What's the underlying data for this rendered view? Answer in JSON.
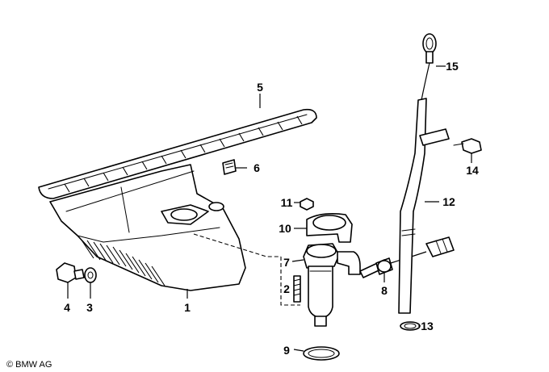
{
  "diagram": {
    "copyright": "© BMW AG",
    "callouts": [
      {
        "id": "1",
        "label": "1"
      },
      {
        "id": "2",
        "label": "2"
      },
      {
        "id": "3",
        "label": "3"
      },
      {
        "id": "4",
        "label": "4"
      },
      {
        "id": "5",
        "label": "5"
      },
      {
        "id": "6",
        "label": "6"
      },
      {
        "id": "7",
        "label": "7"
      },
      {
        "id": "8",
        "label": "8"
      },
      {
        "id": "9",
        "label": "9"
      },
      {
        "id": "10",
        "label": "10"
      },
      {
        "id": "11",
        "label": "11"
      },
      {
        "id": "12",
        "label": "12"
      },
      {
        "id": "13",
        "label": "13"
      },
      {
        "id": "14",
        "label": "14"
      },
      {
        "id": "15",
        "label": "15"
      }
    ]
  }
}
